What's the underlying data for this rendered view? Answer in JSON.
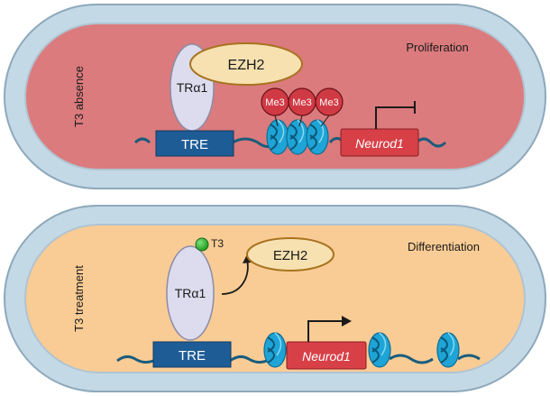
{
  "colors": {
    "cell_outer": "#c4d9e6",
    "cell_border": "#8ea9bb",
    "top_fill": "#db7b7d",
    "bottom_fill": "#f9cc95",
    "tr_fill": "#dcdcee",
    "ezh2_fill": "#f7e1b1",
    "ezh2_stroke": "#a8731f",
    "tre_fill": "#1e5c96",
    "gene_fill": "#d84048",
    "dna": "#1a5c7d",
    "nucleosome": "#1ea4d6",
    "me3_fill": "#d03a44",
    "t3_fill": "#2cb52c"
  },
  "panels": [
    {
      "side_label": "T3 absence",
      "state_label": "Proliferation",
      "receptor_label": "TRα1",
      "ezh2_label": "EZH2",
      "tre_label": "TRE",
      "gene_label": "Neurod1",
      "me3_labels": [
        "Me3",
        "Me3",
        "Me3"
      ]
    },
    {
      "side_label": "T3 treatment",
      "state_label": "Differentiation",
      "receptor_label": "TRα1",
      "ezh2_label": "EZH2",
      "tre_label": "TRE",
      "gene_label": "Neurod1",
      "ligand_label": "T3"
    }
  ]
}
